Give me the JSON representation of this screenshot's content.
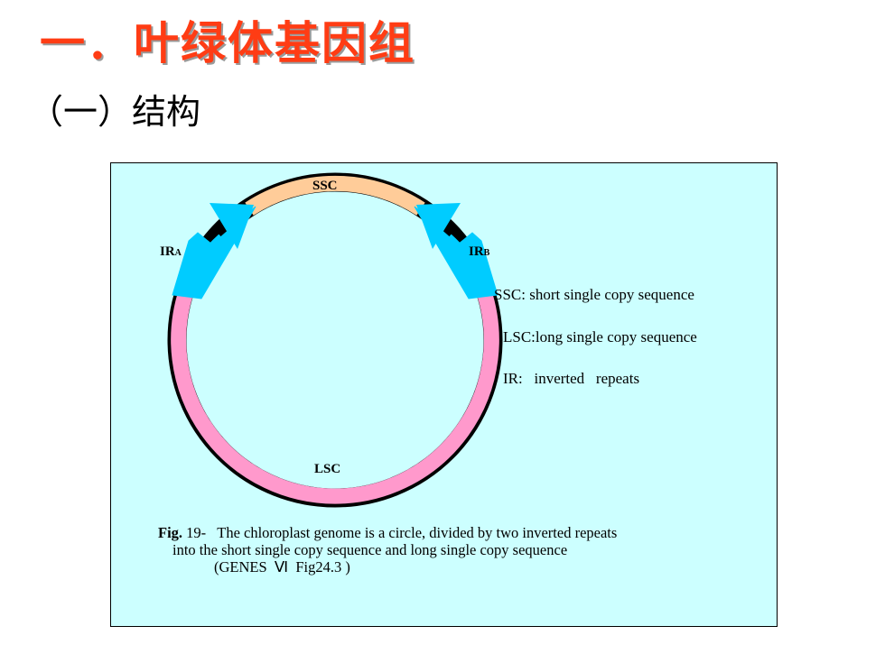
{
  "slide": {
    "title": "一．叶绿体基因组",
    "subtitle": "（一）结构"
  },
  "diagram": {
    "segments": {
      "ssc": "SSC",
      "lsc": "LSC",
      "ira_main": "IR",
      "ira_sub": "A",
      "irb_main": "IR",
      "irb_sub": "B"
    },
    "colors": {
      "box_background": "#ccffff",
      "ssc": "#ffcc99",
      "lsc": "#ff99cc",
      "ir_arrow": "#00ccff"
    },
    "legend": [
      "SSC: short single copy sequence",
      "LSC:long single copy sequence",
      "IR:   inverted   repeats"
    ],
    "caption": {
      "label": "Fig.",
      "line1": " 19-   The chloroplast genome is a circle, divided by two inverted repeats",
      "line2": "into the short single copy sequence and long single copy sequence",
      "line3": "(GENES  Ⅵ  Fig24.3 )"
    }
  }
}
